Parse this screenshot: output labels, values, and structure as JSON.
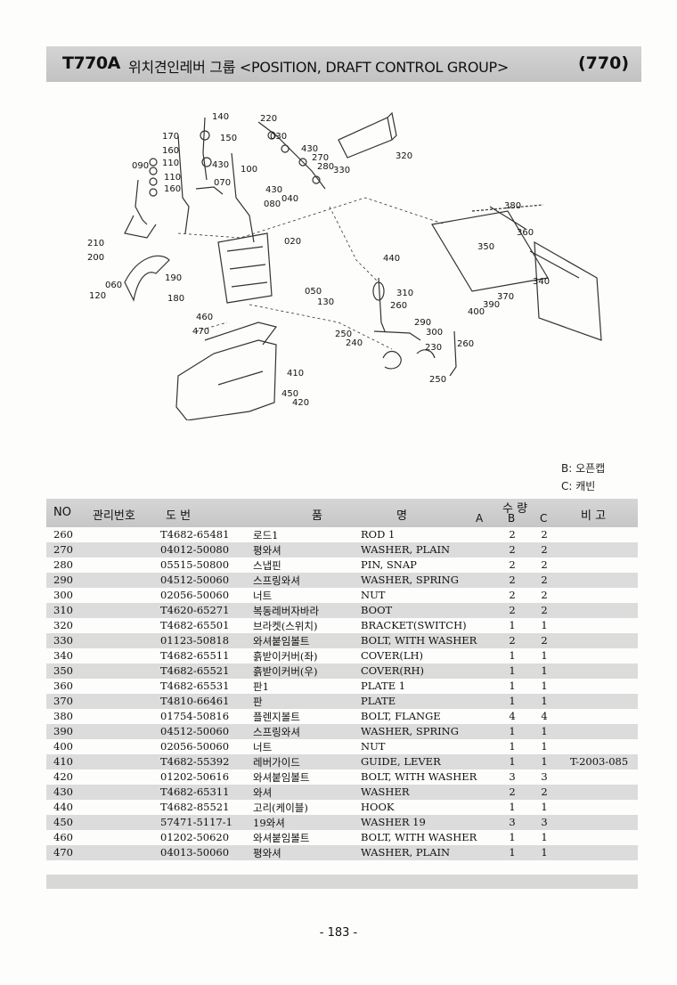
{
  "header": {
    "model": "T770A",
    "title": "위치견인레버 그룹 <POSITION, DRAFT CONTROL GROUP>",
    "code": "(770)"
  },
  "diagram": {
    "callouts": [
      "140",
      "220",
      "150",
      "030",
      "170",
      "160",
      "110",
      "090",
      "110",
      "160",
      "430",
      "270",
      "280",
      "330",
      "100",
      "430",
      "070",
      "040",
      "080",
      "320",
      "380",
      "360",
      "020",
      "350",
      "210",
      "200",
      "440",
      "060",
      "190",
      "310",
      "370",
      "340",
      "050",
      "130",
      "260",
      "180",
      "120",
      "400",
      "390",
      "460",
      "470",
      "290",
      "300",
      "250",
      "240",
      "230",
      "260",
      "250",
      "410",
      "450",
      "420"
    ]
  },
  "legend": {
    "b": "B: 오픈캡",
    "c": "C: 캐빈"
  },
  "table": {
    "headers": {
      "no": "NO",
      "mgmt": "관리번호",
      "drawing": "도  번",
      "name_pum": "품",
      "name_myeong": "명",
      "qty": "수 량",
      "a": "A",
      "b": "B",
      "c": "C",
      "remark": "비  고"
    },
    "rows": [
      {
        "no": "260",
        "pn": "T4682-65481",
        "kr": "로드1",
        "en": "ROD 1",
        "b": "2",
        "c": "2",
        "rm": ""
      },
      {
        "no": "270",
        "pn": "04012-50080",
        "kr": "평와셔",
        "en": "WASHER, PLAIN",
        "b": "2",
        "c": "2",
        "rm": ""
      },
      {
        "no": "280",
        "pn": "05515-50800",
        "kr": "스냅핀",
        "en": "PIN, SNAP",
        "b": "2",
        "c": "2",
        "rm": ""
      },
      {
        "no": "290",
        "pn": "04512-50060",
        "kr": "스프링와셔",
        "en": "WASHER, SPRING",
        "b": "2",
        "c": "2",
        "rm": ""
      },
      {
        "no": "300",
        "pn": "02056-50060",
        "kr": "너트",
        "en": "NUT",
        "b": "2",
        "c": "2",
        "rm": ""
      },
      {
        "no": "310",
        "pn": "T4620-65271",
        "kr": "복동레버자바라",
        "en": "BOOT",
        "b": "2",
        "c": "2",
        "rm": ""
      },
      {
        "no": "320",
        "pn": "T4682-65501",
        "kr": "브라켓(스위치)",
        "en": "BRACKET(SWITCH)",
        "b": "1",
        "c": "1",
        "rm": ""
      },
      {
        "no": "330",
        "pn": "01123-50818",
        "kr": "와셔붙임볼트",
        "en": "BOLT, WITH WASHER",
        "b": "2",
        "c": "2",
        "rm": ""
      },
      {
        "no": "340",
        "pn": "T4682-65511",
        "kr": "흙받이커버(좌)",
        "en": "COVER(LH)",
        "b": "1",
        "c": "1",
        "rm": ""
      },
      {
        "no": "350",
        "pn": "T4682-65521",
        "kr": "흙받이커버(우)",
        "en": "COVER(RH)",
        "b": "1",
        "c": "1",
        "rm": ""
      },
      {
        "no": "360",
        "pn": "T4682-65531",
        "kr": "판1",
        "en": "PLATE 1",
        "b": "1",
        "c": "1",
        "rm": ""
      },
      {
        "no": "370",
        "pn": "T4810-66461",
        "kr": "판",
        "en": "PLATE",
        "b": "1",
        "c": "1",
        "rm": ""
      },
      {
        "no": "380",
        "pn": "01754-50816",
        "kr": "플렌지볼트",
        "en": "BOLT, FLANGE",
        "b": "4",
        "c": "4",
        "rm": ""
      },
      {
        "no": "390",
        "pn": "04512-50060",
        "kr": "스프링와셔",
        "en": "WASHER, SPRING",
        "b": "1",
        "c": "1",
        "rm": ""
      },
      {
        "no": "400",
        "pn": "02056-50060",
        "kr": "너트",
        "en": "NUT",
        "b": "1",
        "c": "1",
        "rm": ""
      },
      {
        "no": "410",
        "pn": "T4682-55392",
        "kr": "레버가이드",
        "en": "GUIDE, LEVER",
        "b": "1",
        "c": "1",
        "rm": "T-2003-085"
      },
      {
        "no": "420",
        "pn": "01202-50616",
        "kr": "와셔붙임볼트",
        "en": "BOLT, WITH WASHER",
        "b": "3",
        "c": "3",
        "rm": ""
      },
      {
        "no": "430",
        "pn": "T4682-65311",
        "kr": "와셔",
        "en": "WASHER",
        "b": "2",
        "c": "2",
        "rm": ""
      },
      {
        "no": "440",
        "pn": "T4682-85521",
        "kr": "고리(케이블)",
        "en": "HOOK",
        "b": "1",
        "c": "1",
        "rm": ""
      },
      {
        "no": "450",
        "pn": "57471-5117-1",
        "kr": "19와셔",
        "en": "WASHER 19",
        "b": "3",
        "c": "3",
        "rm": ""
      },
      {
        "no": "460",
        "pn": "01202-50620",
        "kr": "와셔붙임볼트",
        "en": "BOLT, WITH WASHER",
        "b": "1",
        "c": "1",
        "rm": ""
      },
      {
        "no": "470",
        "pn": "04013-50060",
        "kr": "평와셔",
        "en": "WASHER, PLAIN",
        "b": "1",
        "c": "1",
        "rm": ""
      }
    ]
  },
  "page_number": "- 183 -"
}
